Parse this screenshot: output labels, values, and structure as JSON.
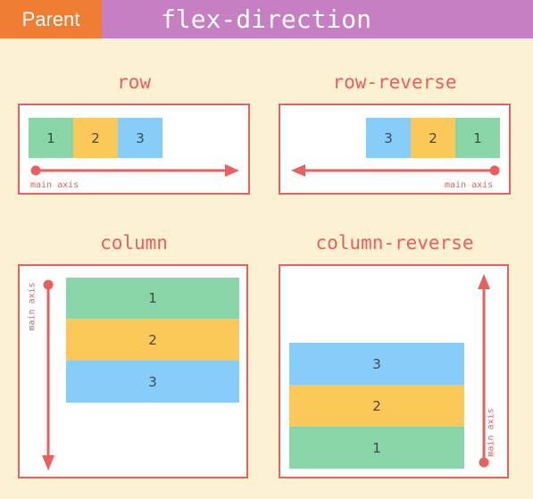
{
  "header": {
    "tag": "Parent",
    "title": "flex-direction"
  },
  "axis_label": "main axis",
  "colors": {
    "accent": "#e9605e",
    "green": "#88d6a7",
    "yellow": "#fdc85a",
    "blue": "#86cdf9",
    "tag": "#ef7d32",
    "title_bar": "#c57fc2",
    "background": "#fcf1d2"
  },
  "panels": {
    "row": {
      "label": "row",
      "items": [
        "1",
        "2",
        "3"
      ]
    },
    "row_reverse": {
      "label": "row-reverse",
      "items": [
        "3",
        "2",
        "1"
      ]
    },
    "column": {
      "label": "column",
      "items": [
        "1",
        "2",
        "3"
      ]
    },
    "column_reverse": {
      "label": "column-reverse",
      "items": [
        "3",
        "2",
        "1"
      ]
    }
  }
}
